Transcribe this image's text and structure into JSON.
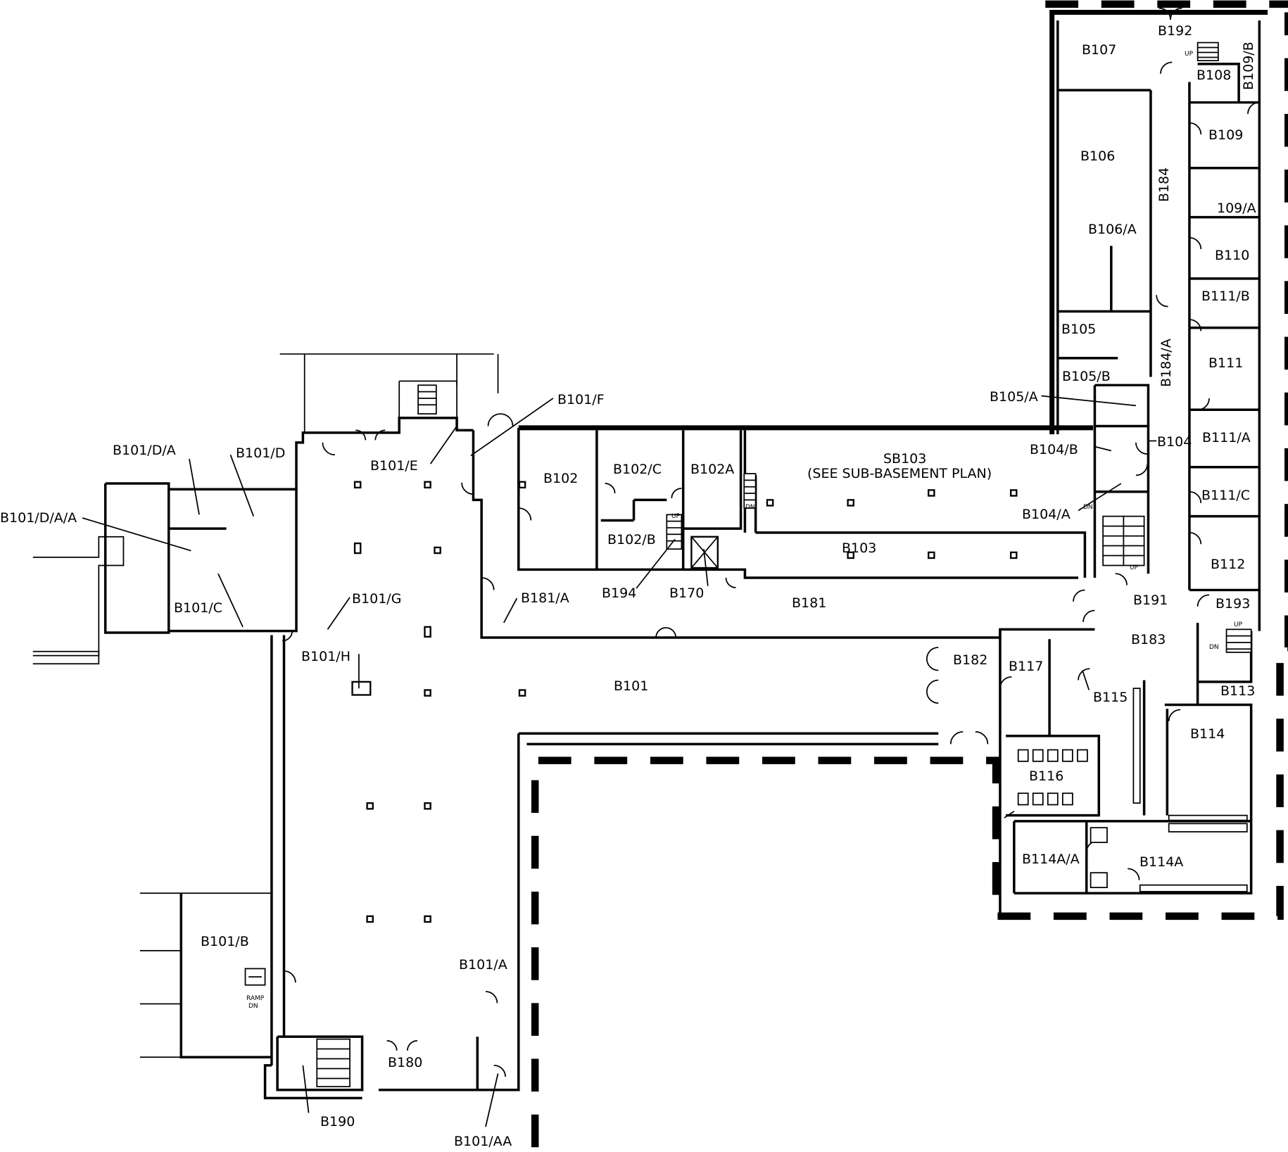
{
  "rooms": {
    "b101": "B101",
    "b101_a": "B101/A",
    "b101_aa": "B101/AA",
    "b101_b": "B101/B",
    "b101_c": "B101/C",
    "b101_d": "B101/D",
    "b101_d_a": "B101/D/A",
    "b101_d_a_a": "B101/D/A/A",
    "b101_e": "B101/E",
    "b101_f": "B101/F",
    "b101_g": "B101/G",
    "b101_h": "B101/H",
    "b102": "B102",
    "b102_b": "B102/B",
    "b102_c": "B102/C",
    "b102a": "B102A",
    "sb103": "SB103",
    "sb103_note": "(SEE SUB-BASEMENT PLAN)",
    "b103": "B103",
    "b104": "B104",
    "b104_a": "B104/A",
    "b104_b": "B104/B",
    "b105": "B105",
    "b105_a": "B105/A",
    "b105_b": "B105/B",
    "b106": "B106",
    "b106_a": "B106/A",
    "b107": "B107",
    "b108": "B108",
    "b109": "B109",
    "b109_b": "B109/B",
    "r109_a": "109/A",
    "b110": "B110",
    "b111": "B111",
    "b111_a": "B111/A",
    "b111_b": "B111/B",
    "b111_c": "B111/C",
    "b112": "B112",
    "b113": "B113",
    "b114": "B114",
    "b114a": "B114A",
    "b114a_a": "B114A/A",
    "b115": "B115",
    "b116": "B116",
    "b117": "B117",
    "b170": "B170",
    "b180": "B180",
    "b181": "B181",
    "b181_a": "B181/A",
    "b182": "B182",
    "b183": "B183",
    "b184": "B184",
    "b184_a": "B184/A",
    "b190": "B190",
    "b191": "B191",
    "b192": "B192",
    "b193": "B193",
    "b194": "B194"
  },
  "annotations": {
    "up": "UP",
    "dn": "DN",
    "ramp": "RAMP",
    "ramp_dn": "DN"
  }
}
